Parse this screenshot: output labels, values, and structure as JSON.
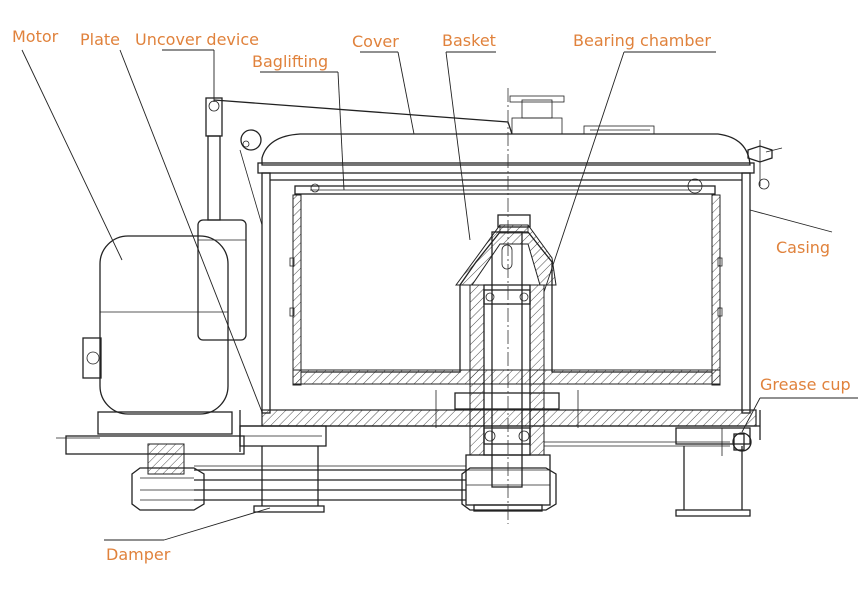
{
  "labels": {
    "motor": "Motor",
    "plate": "Plate",
    "uncover_device": "Uncover device",
    "baglifting": "Baglifting",
    "cover": "Cover",
    "basket": "Basket",
    "bearing_chamber": "Bearing chamber",
    "casing": "Casing",
    "grease_cup": "Grease cup",
    "damper": "Damper"
  },
  "colors": {
    "label_text": "#E0823C",
    "line": "#222222",
    "background": "#FFFFFF"
  }
}
